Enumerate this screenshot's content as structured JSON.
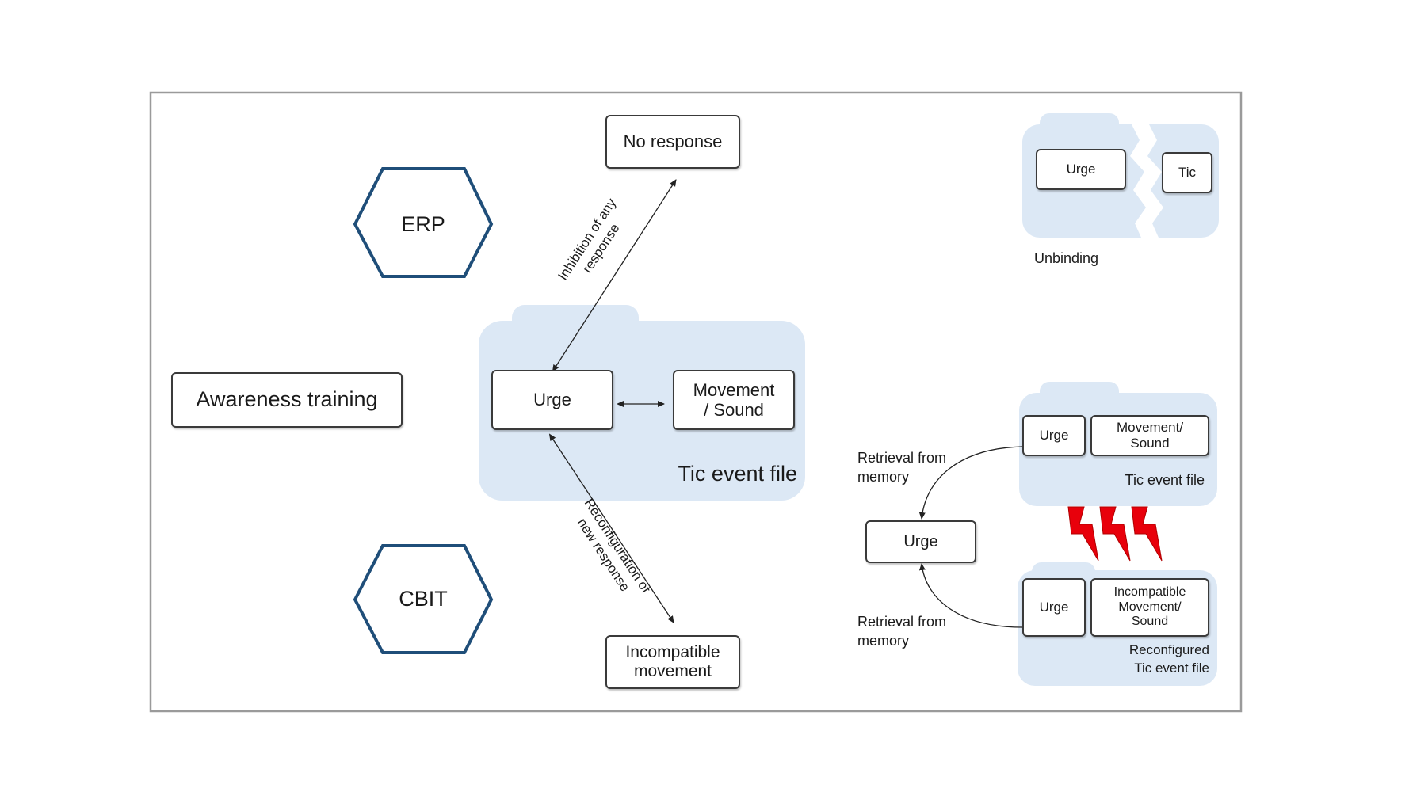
{
  "colors": {
    "hexagon_stroke": "#1f4e79",
    "event_file_fill": "#dce8f5",
    "box_stroke": "#3a3a3a",
    "lightning": "#e8000b",
    "frame_stroke": "#9a9a9a"
  },
  "left": {
    "erp": "ERP",
    "cbit": "CBIT",
    "awareness": "Awareness training"
  },
  "center": {
    "no_response": "No response",
    "urge": "Urge",
    "movement_sound": "Movement\n/ Sound",
    "tic_event_file": "Tic event file",
    "incompatible_movement": "Incompatible\nmovement",
    "inhibition_label": "Inhibition of any\nresponse",
    "reconfiguration_label": "Reconfiguration of\nnew response"
  },
  "top_right": {
    "urge": "Urge",
    "tic": "Tic",
    "unbinding": "Unbinding"
  },
  "bottom_right": {
    "urge_upper": "Urge",
    "movement_sound_upper": "Movement/\nSound",
    "tic_event_file_upper": "Tic event file",
    "urge_middle": "Urge",
    "retrieval_upper": "Retrieval from\nmemory",
    "retrieval_lower": "Retrieval from\nmemory",
    "urge_lower": "Urge",
    "incompatible_sound": "Incompatible\nMovement/\nSound",
    "reconfigured_file": "Reconfigured\nTic event file"
  },
  "icons": {
    "hexagon": "hexagon-icon",
    "lightning": "lightning-bolt-icon",
    "arrow": "arrow-icon"
  }
}
